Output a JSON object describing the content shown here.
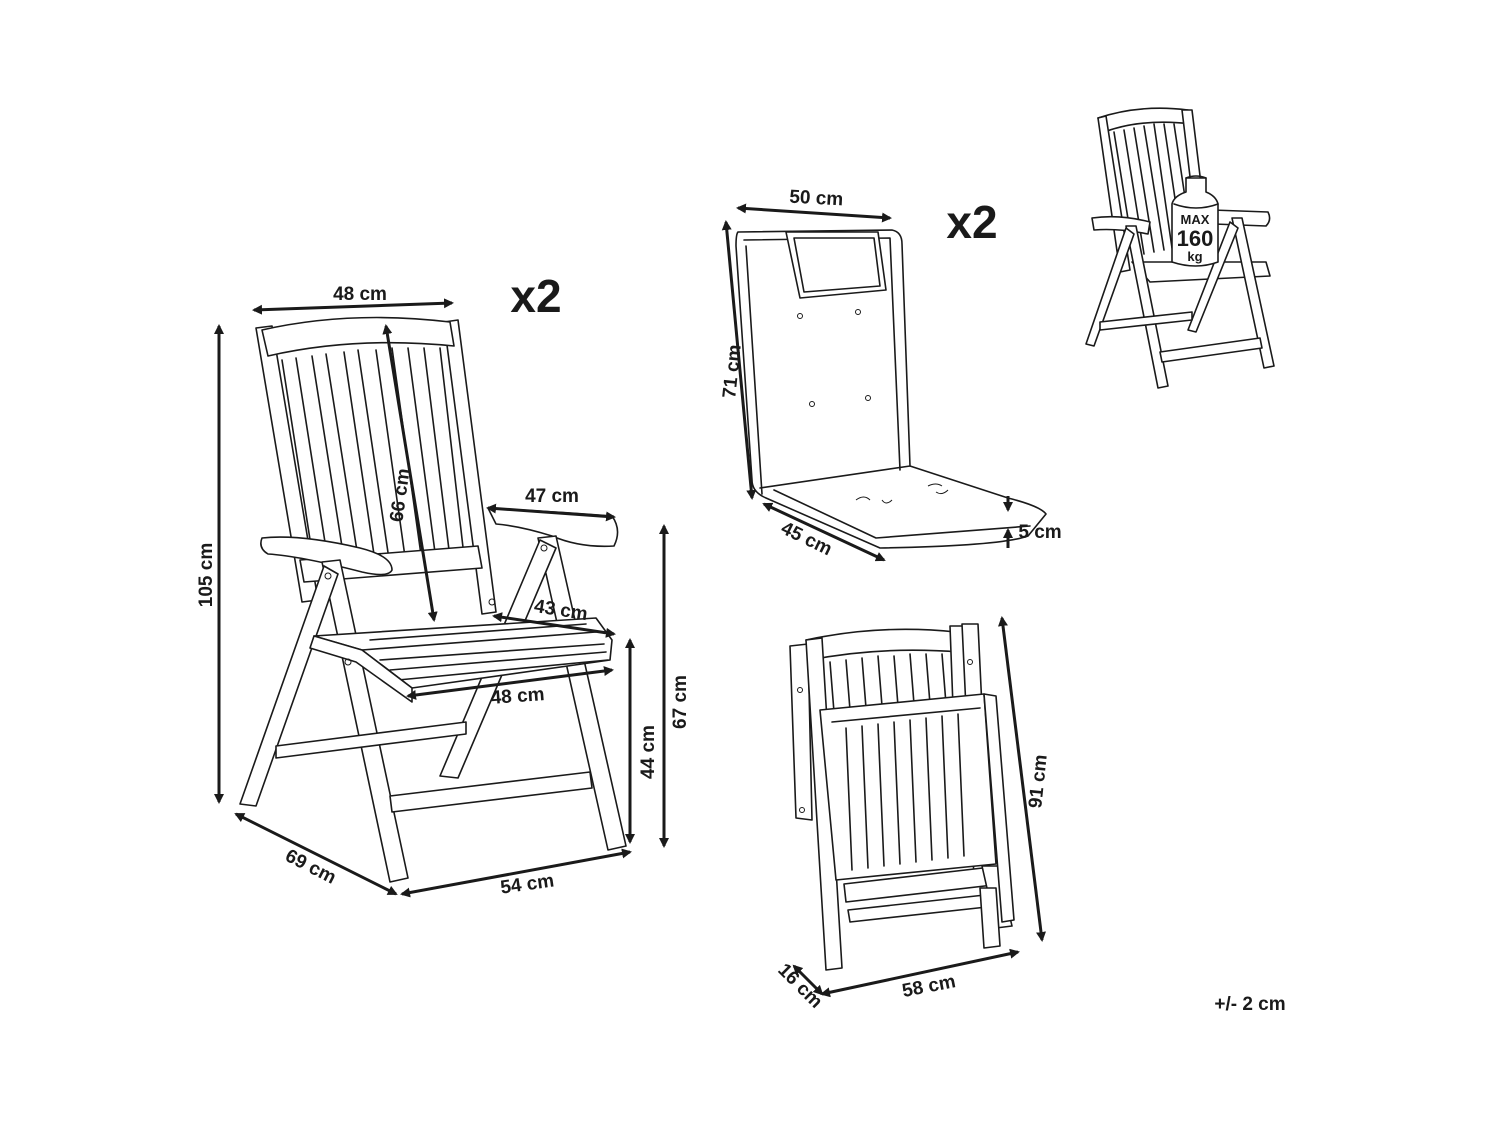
{
  "quantities": {
    "chair": "x2",
    "cushion": "x2"
  },
  "chair_dimensions": {
    "back_width": "48 cm",
    "total_height": "105 cm",
    "backrest_height": "66 cm",
    "armrest_length": "47 cm",
    "seat_depth": "43 cm",
    "seat_width": "48 cm",
    "seat_height": "44 cm",
    "arm_height": "67 cm",
    "depth": "69 cm",
    "width": "54 cm"
  },
  "cushion_dimensions": {
    "width": "50 cm",
    "length": "71 cm",
    "seat_depth": "45 cm",
    "thickness": "5 cm"
  },
  "folded_dimensions": {
    "height": "91 cm",
    "width": "58 cm",
    "thickness": "16 cm"
  },
  "max_load": {
    "line1": "MAX",
    "line2": "160",
    "line3": "kg"
  },
  "tolerance": "+/- 2 cm"
}
